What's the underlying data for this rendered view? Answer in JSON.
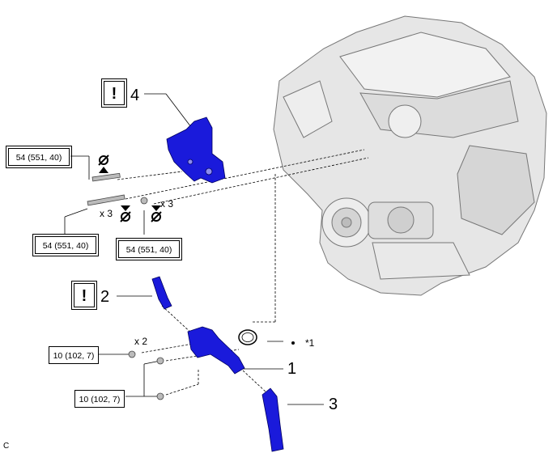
{
  "torques": {
    "t1": "54 (551, 40)",
    "t2": "54 (551, 40)",
    "t3": "54 (551, 40)",
    "t4": "10 (102, 7)",
    "t5": "10 (102, 7)"
  },
  "caution_symbol": "!",
  "part_numbers": {
    "p1": "1",
    "p2": "2",
    "p3": "3",
    "p4": "4"
  },
  "quantities": {
    "q1": "x 3",
    "q2": "x 3",
    "q3": "x 2"
  },
  "note_marker": "*1",
  "corner_label": "C",
  "colors": {
    "part_blue": "#1a1adb",
    "engine_gray": "#e4e4e4",
    "line": "#000000"
  }
}
